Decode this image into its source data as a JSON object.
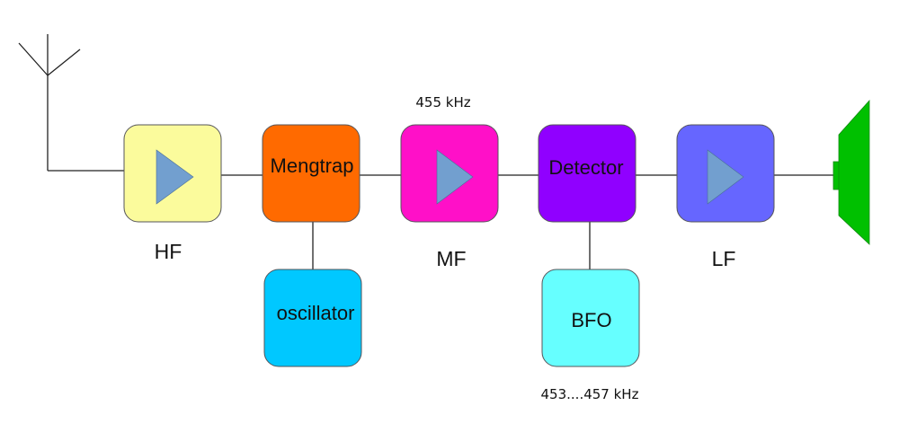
{
  "blocks": {
    "hf": {
      "label": "HF",
      "color": "#fbfb9c"
    },
    "mixer": {
      "label": "Mengtrap",
      "color": "#ff6a00"
    },
    "oscillator": {
      "label": "oscillator",
      "color": "#00c8ff"
    },
    "mf": {
      "label": "MF",
      "color": "#ff10c8"
    },
    "detector": {
      "label": "Detector",
      "color": "#9000ff"
    },
    "bfo": {
      "label": "BFO",
      "color": "#66ffff"
    },
    "lf": {
      "label": "LF",
      "color": "#6666ff"
    }
  },
  "frequencies": {
    "mf": "455 kHz",
    "bfo": "453....457 kHz"
  },
  "colors": {
    "amplifier_triangle": "#729fcf",
    "speaker": "#00c000",
    "wire": "#222222"
  },
  "icons": {
    "antenna": "antenna-icon",
    "speaker": "speaker-icon",
    "amplifier": "amplifier-triangle-icon"
  }
}
